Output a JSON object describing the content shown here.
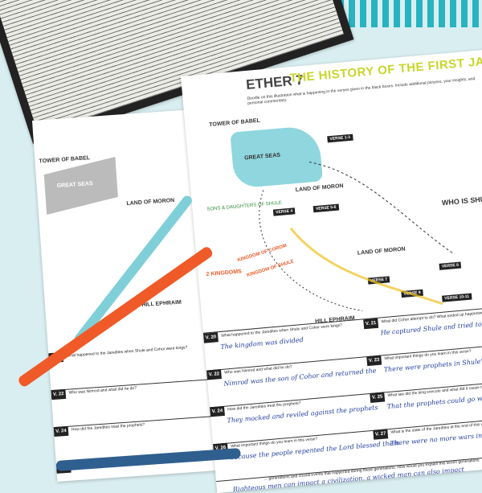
{
  "front": {
    "title_ether": "ETHER 7",
    "title_main": "THE HISTORY OF THE FIRST JAREDITE KINGS",
    "instructions": "Doodle on this illustration what is happening in the verses given in the black boxes. Include additional pictures, your insights, and personal commentary.",
    "labels": {
      "tower": "TOWER OF BABEL",
      "seas": "GREAT SEAS",
      "land_moron": "LAND OF MORON",
      "land_moron2": "LAND OF MORON",
      "who_is_shule": "WHO IS SHULE?",
      "hill_ephraim": "HILL EPHRAIM"
    },
    "verse_tags": [
      "VERSE 1-3",
      "VERSE 4",
      "VERSE 5-6",
      "VERSE 7",
      "VERSE 8",
      "VERSE 9",
      "VERSE 10-11"
    ],
    "annotations": {
      "kingdoms": "2 KINGDOMS",
      "kingdom_corom": "KINGDOM OF COROM",
      "kingdom_shule": "KINGDOM OF SHULE",
      "sons": "SONS & DAUGHTERS OF SHULE"
    },
    "table": [
      {
        "v": "V. 20",
        "q": "What happened to the Jaredites when Shule and Cohor were kings?",
        "a": "The kingdom was divided"
      },
      {
        "v": "V. 21",
        "q": "What did Cohor attempt to do? What ended up happening instead?",
        "a": "He captured Shule and tried to kill him but Shule's"
      },
      {
        "v": "V. 22",
        "q": "Who was Nimrod and what did he do?",
        "a": "Nimrod was the son of Cohor and returned the"
      },
      {
        "v": "V. 23",
        "q": "What important things do you learn in this verse?",
        "a": "There were prophets in Shule's day that warned"
      },
      {
        "v": "V. 24",
        "q": "How did the Jaredites treat the prophets?",
        "a": "They mocked and reviled against the prophets"
      },
      {
        "v": "V. 25",
        "q": "What law did the king execute and what did it cause to happen?",
        "a": "That the prophets could go whatever they wanted"
      },
      {
        "v": "V. 26",
        "q": "What important things do you learn in this verse?",
        "a": "because the people repented the Lord blessed them"
      },
      {
        "v": "V. 27",
        "q": "What is the state of the Jaredites at the end of this chapter?",
        "a": "There were no more wars in the land"
      }
    ],
    "bottom_note": "... generations and crucial events that happened during these generations. How would you explain this seven generations",
    "bottom_hand": "Righteous men can impact a civilization, a wicked man can also impact"
  },
  "back": {
    "labels": {
      "tower": "TOWER OF BABEL",
      "seas": "GREAT SEAS",
      "land_moron": "LAND OF MORON",
      "hill_ephraim": "HILL EPHRAIM"
    },
    "table": [
      {
        "v": "V. 20",
        "q": "What happened to the Jaredites when Shule and Cohor were kings?"
      },
      {
        "v": "V. 22",
        "q": "Who was Nimrod and what did he do?"
      },
      {
        "v": "V. 24",
        "q": "How did the Jaredites treat the prophets?"
      },
      {
        "v": "V. 26",
        "q": "What important things do you learn in this verse?"
      }
    ]
  },
  "colors": {
    "sea": "#8fd6de",
    "accent_green": "#c9d62a",
    "pen_blue": "#7fcfd8",
    "pen_orange": "#f05a28",
    "pen_navy": "#2f5f8f",
    "stripes": "#27b3c0"
  }
}
